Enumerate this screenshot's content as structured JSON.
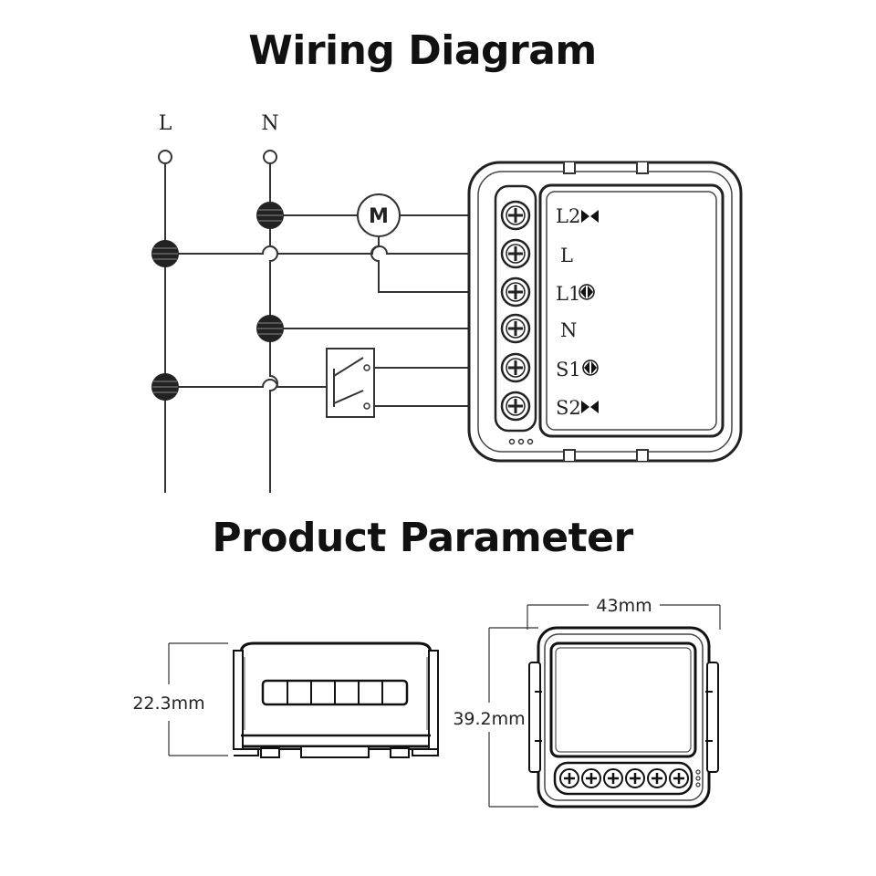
{
  "titles": {
    "wiring": "Wiring Diagram",
    "product": "Product Parameter"
  },
  "wiring": {
    "bus_labels": {
      "line": "L",
      "neutral": "N"
    },
    "motor_label": "M",
    "terminals": [
      {
        "label": "L2",
        "icon": "bowtie-icon"
      },
      {
        "label": "L",
        "icon": ""
      },
      {
        "label": "L1",
        "icon": "diamond-icon"
      },
      {
        "label": "N",
        "icon": ""
      },
      {
        "label": "S1",
        "icon": "diamond-icon"
      },
      {
        "label": "S2",
        "icon": "bowtie-icon"
      }
    ]
  },
  "dimensions": {
    "height_side": "22.3mm",
    "width_front": "43mm",
    "height_front": "39.2mm"
  }
}
